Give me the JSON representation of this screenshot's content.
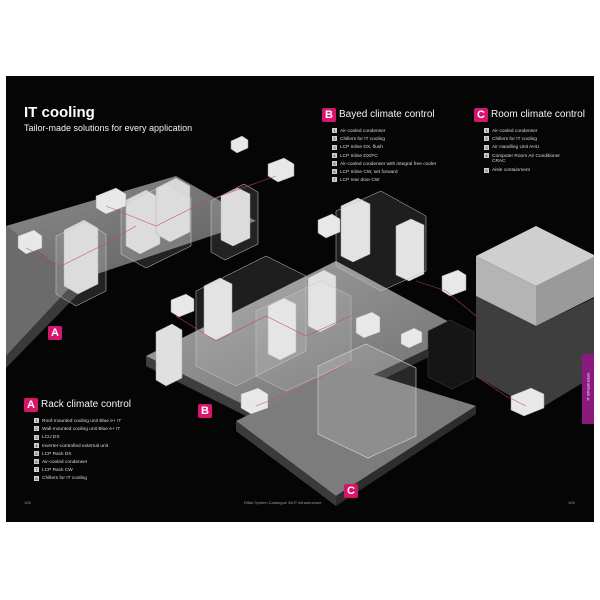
{
  "page": {
    "title": "IT cooling",
    "subtitle": "Tailor-made solutions for every application"
  },
  "sections": {
    "a": {
      "letter": "A",
      "title": "Rack climate control",
      "items": [
        {
          "n": "1",
          "label": "Roof-mounted cooling unit Blue e+ IT"
        },
        {
          "n": "2",
          "label": "Wall-mounted cooling unit Blue e+ IT"
        },
        {
          "n": "3",
          "label": "LCU DX"
        },
        {
          "n": "4",
          "label": "Inverter-controlled external unit"
        },
        {
          "n": "5",
          "label": "LCP Rack DX"
        },
        {
          "n": "6",
          "label": "Air-cooled condenser"
        },
        {
          "n": "7",
          "label": "LCP Rack CW"
        },
        {
          "n": "8",
          "label": "Chillers for IT cooling"
        }
      ]
    },
    "b": {
      "letter": "B",
      "title": "Bayed climate control",
      "items": [
        {
          "n": "1",
          "label": "Air-cooled condenser"
        },
        {
          "n": "2",
          "label": "Chillers for IT cooling"
        },
        {
          "n": "3",
          "label": "LCP Inline DX, flush"
        },
        {
          "n": "4",
          "label": "LCP Inline DX/FC"
        },
        {
          "n": "5",
          "label": "Air-cooled condenser with integral free cooler"
        },
        {
          "n": "6",
          "label": "LCP Inline CW, set forward"
        },
        {
          "n": "7",
          "label": "LCP rear door CW"
        }
      ]
    },
    "c": {
      "letter": "C",
      "title": "Room climate control",
      "items": [
        {
          "n": "1",
          "label": "Air-cooled condenser"
        },
        {
          "n": "2",
          "label": "Chillers for IT cooling"
        },
        {
          "n": "3",
          "label": "Air Handling Unit AHU"
        },
        {
          "n": "4",
          "label": "Computer Room Air Conditioner",
          "label2": "CRAC"
        },
        {
          "n": "5",
          "label": "Aisle containment"
        }
      ]
    }
  },
  "zones": {
    "a": "A",
    "b": "B",
    "c": "C"
  },
  "footer": {
    "page_left": "108",
    "catalogue": "Rittal System Catalogue 36/IT infrastructure",
    "page_right": "109",
    "side_tab": "IT infrastructure"
  },
  "colors": {
    "accent": "#d6156c",
    "side_tab": "#8b1a7f",
    "background": "#050505"
  }
}
